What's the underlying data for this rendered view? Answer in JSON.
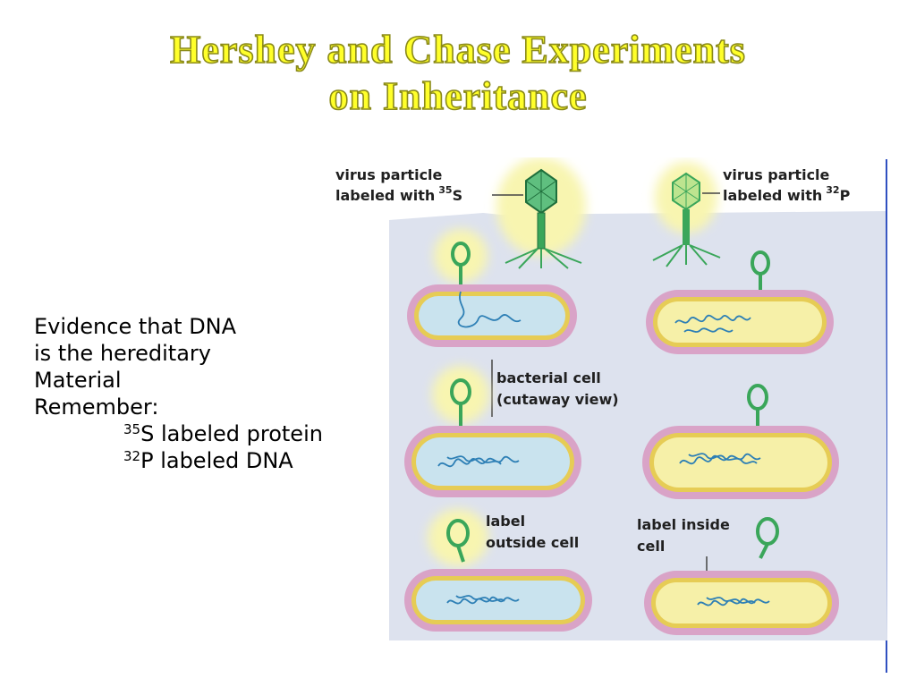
{
  "title": {
    "line1": "Hershey and Chase Experiments",
    "line2": "on Inheritance"
  },
  "notes": {
    "line1": "Evidence that DNA",
    "line2": "is the hereditary",
    "line3": "Material",
    "line4": "Remember:",
    "item1_sup": "35",
    "item1_text": "S labeled protein",
    "item2_sup": "32",
    "item2_text": "P labeled DNA"
  },
  "figure": {
    "left_virus_label_1": "virus particle",
    "left_virus_label_2": "labeled with",
    "left_sup": "35",
    "left_element": "S",
    "right_virus_label_1": "virus particle",
    "right_virus_label_2": "labeled with",
    "right_sup": "32",
    "right_element": "P",
    "cell_label_1": "bacterial cell",
    "cell_label_2": "(cutaway view)",
    "outside_label_1": "label",
    "outside_label_2": "outside cell",
    "inside_label_1": "label inside",
    "inside_label_2": "cell"
  },
  "colors": {
    "title_fill": "#ffff2a",
    "panel_bg": "#dde2ee",
    "label_glow": "#f8f5b0",
    "cell_wall": "#d9a3c7",
    "cell_membrane": "#e6cc55",
    "cytoplasm": "#c9e3ee",
    "labeled_cytoplasm": "#f6f0a8",
    "phage_green": "#3aa65a",
    "dna_blue": "#2d7fb5",
    "divider": "#3050c0"
  }
}
